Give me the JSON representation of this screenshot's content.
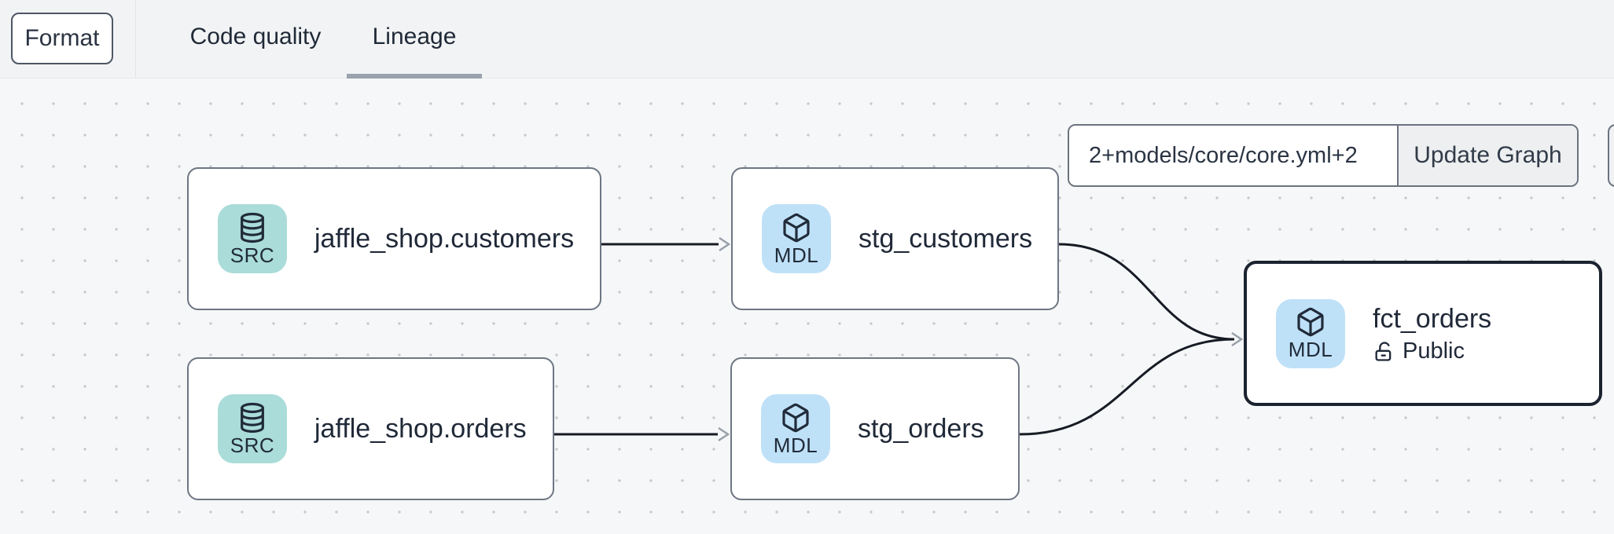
{
  "toolbar": {
    "format_button": "Format",
    "tabs": [
      {
        "label": "Code quality",
        "active": false
      },
      {
        "label": "Lineage",
        "active": true
      }
    ]
  },
  "lineage_controls": {
    "selector_input_value": "2+models/core/core.yml+2",
    "update_graph_button": "Update Graph"
  },
  "graph": {
    "nodes": [
      {
        "badge": "SRC",
        "icon": "database-icon",
        "title": "jaffle_shop.customers",
        "type": "source",
        "selected": false
      },
      {
        "badge": "MDL",
        "icon": "package-icon",
        "title": "stg_customers",
        "type": "model",
        "selected": false
      },
      {
        "badge": "SRC",
        "icon": "database-icon",
        "title": "jaffle_shop.orders",
        "type": "source",
        "selected": false
      },
      {
        "badge": "MDL",
        "icon": "package-icon",
        "title": "stg_orders",
        "type": "model",
        "selected": false
      },
      {
        "badge": "MDL",
        "icon": "package-icon",
        "title": "fct_orders",
        "type": "model",
        "access": "Public",
        "access_icon": "unlock-icon",
        "selected": true
      }
    ],
    "edges": [
      {
        "from": "jaffle_shop.customers",
        "to": "stg_customers"
      },
      {
        "from": "jaffle_shop.orders",
        "to": "stg_orders"
      },
      {
        "from": "stg_customers",
        "to": "fct_orders"
      },
      {
        "from": "stg_orders",
        "to": "fct_orders"
      }
    ]
  },
  "colors": {
    "source_badge_bg": "#aadcd9",
    "model_badge_bg": "#bfe1f8",
    "selected_node_border": "#1b2230",
    "edge_line": "#161b24",
    "arrowhead": "#98a0aa",
    "active_tab_underline": "#9aa2ad"
  }
}
